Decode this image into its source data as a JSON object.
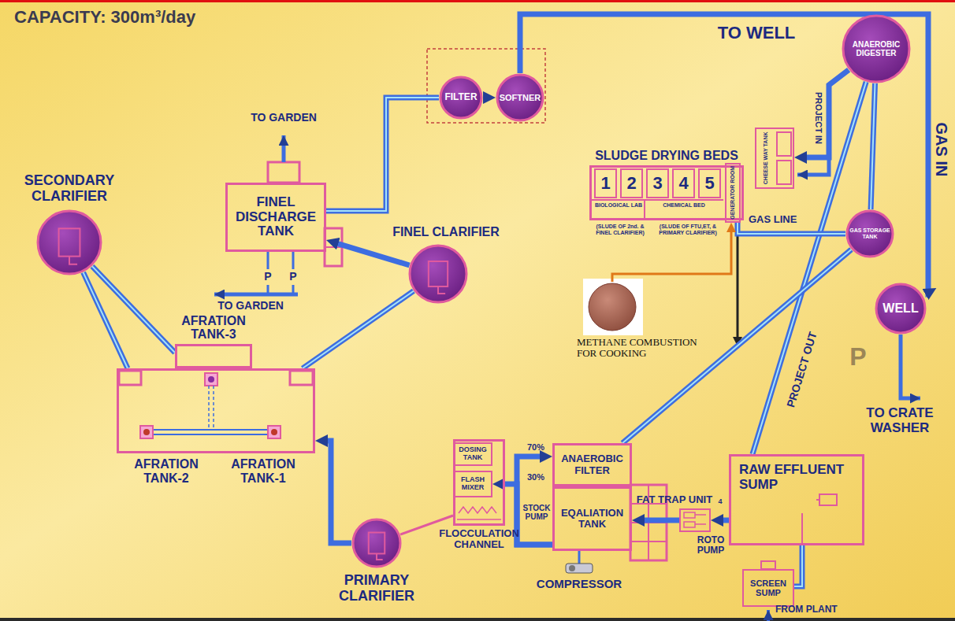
{
  "diagram": {
    "title": "CAPACITY: 300m³/day",
    "nodes": [
      {
        "text": [
          "FILTER"
        ]
      },
      {
        "text": [
          "SOFTNER"
        ]
      },
      {
        "text": [
          "ANAEROBIC DIGESTER"
        ]
      },
      {
        "text": [
          "SLUDGE DRYING BEDS"
        ]
      },
      {
        "text": [
          "1"
        ],
        "in": 3
      },
      {
        "text": [
          "2"
        ],
        "in": 3
      },
      {
        "text": [
          "3"
        ],
        "in": 3
      },
      {
        "text": [
          "4"
        ],
        "in": 3
      },
      {
        "text": [
          "5"
        ],
        "in": 3
      },
      {
        "text": [
          "GENERATOR ROOM"
        ],
        "in": 3
      },
      {
        "text": [
          "CHEESE WAY TANK"
        ]
      },
      {
        "text": [
          "SECONDARY CLARIFIER"
        ]
      },
      {
        "text": [
          "FINEL DISCHARGE TANK"
        ]
      },
      {
        "text": [
          "FINEL CLARIFIER"
        ]
      },
      {
        "text": [
          "GAS STORAGE TANK"
        ]
      },
      {
        "text": [
          "METHANE COMBUSTION FOR COOKING"
        ]
      },
      {
        "text": [
          "WELL"
        ]
      },
      {
        "text": [
          "AFRATION TANK-3"
        ]
      },
      {
        "text": [
          "AFRATION TANK-2"
        ]
      },
      {
        "text": [
          "AFRATION TANK-1"
        ]
      },
      {
        "text": [
          "ANAEROBIC FILTER"
        ]
      },
      {
        "text": [
          "FLOCCULATION CHANNEL"
        ]
      },
      {
        "text": [
          "DOSING TANK"
        ],
        "in": 21
      },
      {
        "text": [
          "FLASH MIXER"
        ],
        "in": 21
      },
      {
        "text": [
          "EQALIATION TANK"
        ]
      },
      {
        "text": [
          "FAT TRAP UNIT"
        ]
      },
      {
        "text": [
          "RAW EFFLUENT SUMP"
        ]
      },
      {
        "text": [
          "PRIMARY CLARIFIER"
        ]
      },
      {
        "text": [
          "SCREEN SUMP"
        ]
      }
    ],
    "edges": [
      {
        "from": 28,
        "to": 26,
        "arrow": "none"
      },
      {
        "from": 26,
        "to": 25,
        "arrow": "to"
      },
      {
        "from": 25,
        "to": 24,
        "arrow": "to"
      },
      {
        "from": 24,
        "to": 20,
        "label": "70%",
        "arrow": "to"
      },
      {
        "from": 24,
        "to": 23,
        "label": "30%",
        "arrow": "to"
      },
      {
        "from": 21,
        "to": 27,
        "arrow": "none"
      },
      {
        "from": 27,
        "to": 19,
        "arrow": "to"
      },
      {
        "from": 18,
        "to": 11,
        "arrow": "none"
      },
      {
        "from": 17,
        "to": 11,
        "arrow": "none"
      },
      {
        "from": 19,
        "to": 13,
        "arrow": "none"
      },
      {
        "from": 13,
        "to": 12,
        "arrow": "to"
      },
      {
        "from": 12,
        "to": 0,
        "arrow": "none"
      },
      {
        "from": 0,
        "to": 1,
        "arrow": "to"
      },
      {
        "from": 1,
        "to": 16,
        "label": "TO WELL",
        "arrow": "to"
      },
      {
        "from": 2,
        "to": 14,
        "arrow": "none"
      },
      {
        "from": 2,
        "to": 10,
        "label": "PROJECT IN",
        "arrow": "to"
      },
      {
        "from": 26,
        "to": 2,
        "label": "PROJECT OUT",
        "arrow": "none"
      },
      {
        "from": 20,
        "to": 14,
        "arrow": "none"
      },
      {
        "from": 14,
        "to": 9,
        "label": "GAS LINE",
        "arrow": "none"
      },
      {
        "from": 15,
        "to": 9,
        "arrow": "to"
      }
    ],
    "labels": [
      "STOCK PUMP",
      "ROTO PUMP",
      "COMPRESSOR",
      "FROM PLANT",
      "TO GARDEN",
      "TO GARDEN",
      "P",
      "P",
      "GAS IN",
      "P",
      "TO CRATE WASHER",
      "BIOLOGICAL LAB",
      "CHEMICAL BED",
      "(SLUDE OF 2nd. & FINEL CLARIFIER)",
      "(SLUDE OF FTU,ET, & PRIMARY CLARIFIER)",
      "4"
    ]
  }
}
